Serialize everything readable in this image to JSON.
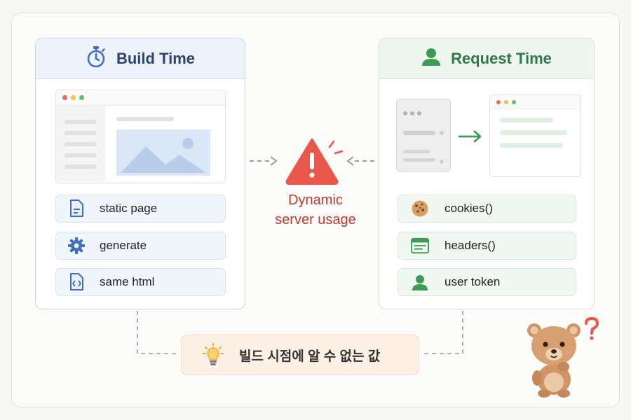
{
  "left_panel": {
    "title": "Build Time",
    "items": [
      {
        "label": "static page",
        "icon": "document-icon"
      },
      {
        "label": "generate",
        "icon": "gear-icon"
      },
      {
        "label": "same html",
        "icon": "code-file-icon"
      }
    ]
  },
  "right_panel": {
    "title": "Request Time",
    "items": [
      {
        "label": "cookies()",
        "icon": "cookie-icon"
      },
      {
        "label": "headers()",
        "icon": "headers-icon"
      },
      {
        "label": "user token",
        "icon": "user-icon"
      }
    ]
  },
  "center": {
    "line1": "Dynamic",
    "line2": "server usage",
    "icon": "warning-icon"
  },
  "bottom_note": {
    "text": "빌드 시점에 알 수 없는 값",
    "icon": "lightbulb-icon"
  },
  "mascot": {
    "icon": "bear-icon",
    "question_icon": "question-mark-icon"
  },
  "colors": {
    "build_accent": "#2a4472",
    "request_accent": "#2f7b44",
    "warning": "#e8574a",
    "note_bg": "#fdf1e6"
  }
}
